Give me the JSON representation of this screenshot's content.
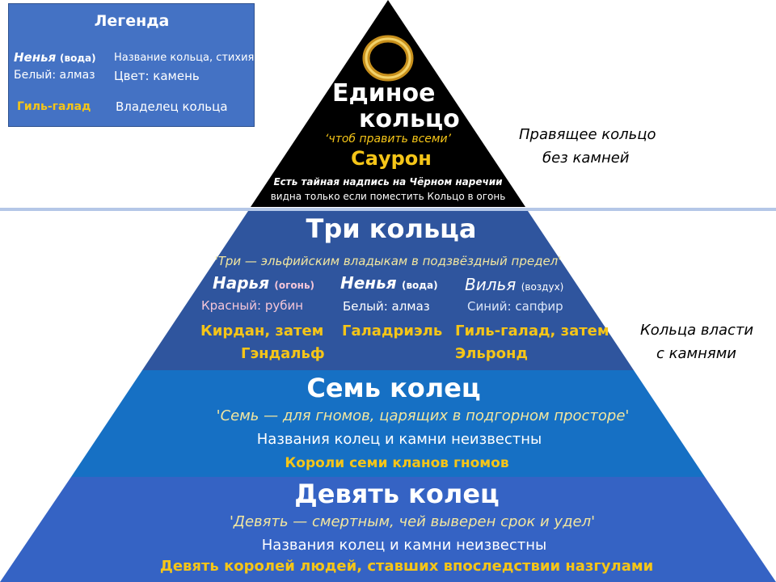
{
  "legend": {
    "title": "Легенда",
    "example_name": "Ненья",
    "example_element": "(вода)",
    "example_color": "Белый: алмаз",
    "example_owner": "Гиль-галад",
    "desc_name": "Название кольца, стихия",
    "desc_color": "Цвет: камень",
    "desc_owner": "Владелец кольца"
  },
  "one_ring": {
    "title_line1": "Единое",
    "title_line2": "кольцо",
    "quote": "‘чтоб править всеми’",
    "owner": "Саурон",
    "note_line1": "Есть тайная надпись на Чёрном наречии",
    "note_line2": "видна только если поместить Кольцо в огонь",
    "side_label_line1": "Правящее кольцо",
    "side_label_line2": "без камней"
  },
  "three_rings": {
    "title": "Три кольца",
    "quote": "'Три — эльфийским владыкам в подзвёздный предел'",
    "rings": [
      {
        "name": "Нарья",
        "element": "(огонь)",
        "stone": "Красный: рубин",
        "owner_line1": "Кирдан, затем",
        "owner_line2": "Гэндальф"
      },
      {
        "name": "Ненья",
        "element": "(вода)",
        "stone": "Белый: алмаз",
        "owner_line1": "Галадриэль",
        "owner_line2": ""
      },
      {
        "name": "Вилья",
        "element": "(воздух)",
        "stone": "Синий: сапфир",
        "owner_line1": "Гиль-галад, затем",
        "owner_line2": "Эльронд"
      }
    ],
    "side_label_line1": "Кольца власти",
    "side_label_line2": "с камнями"
  },
  "seven_rings": {
    "title": "Семь колец",
    "quote": "'Семь — для гномов, царящих в подгорном просторе'",
    "note": "Названия колец и камни неизвестны",
    "owners": "Короли семи кланов гномов"
  },
  "nine_rings": {
    "title": "Девять колец",
    "quote": "'Девять — смертным, чей выверен срок и удел'",
    "note": "Названия колец и камни неизвестны",
    "owners": "Девять королей людей, ставших впоследствии назгулами"
  },
  "colors": {
    "black": "#000000",
    "dark_blue": "#2f559e",
    "mid_blue": "#1670c4",
    "bottom_blue": "#3563c4",
    "gold": "#f5c518"
  }
}
